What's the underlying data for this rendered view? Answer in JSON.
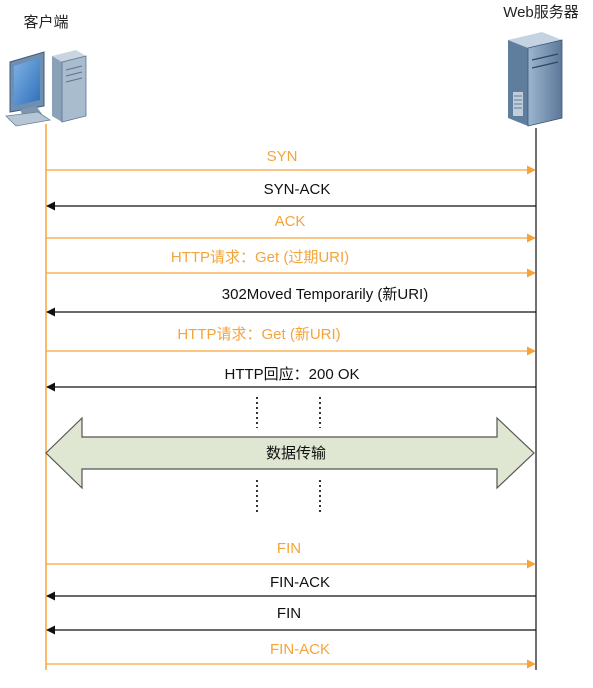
{
  "client": {
    "label": "客户端"
  },
  "server": {
    "label": "Web服务器"
  },
  "colors": {
    "orange": "#f5a43a",
    "black": "#111111",
    "band_fill": "#dfe6d2",
    "band_stroke": "#555555"
  },
  "messages_top": [
    {
      "label": "SYN",
      "direction": "to-server",
      "color": "orange"
    },
    {
      "label": "SYN-ACK",
      "direction": "to-client",
      "color": "black"
    },
    {
      "label": "ACK",
      "direction": "to-server",
      "color": "orange"
    },
    {
      "label": "HTTP请求：Get (过期URI)",
      "direction": "to-server",
      "color": "orange"
    },
    {
      "label": "302Moved Temporarily (新URI)",
      "direction": "to-client",
      "color": "black"
    },
    {
      "label": "HTTP请求：Get (新URI)",
      "direction": "to-server",
      "color": "orange"
    },
    {
      "label": "HTTP回应：200 OK",
      "direction": "to-client",
      "color": "black"
    }
  ],
  "transfer": {
    "label": "数据传输"
  },
  "messages_bottom": [
    {
      "label": "FIN",
      "direction": "to-server",
      "color": "orange"
    },
    {
      "label": "FIN-ACK",
      "direction": "to-client",
      "color": "black"
    },
    {
      "label": "FIN",
      "direction": "to-client",
      "color": "black"
    },
    {
      "label": "FIN-ACK",
      "direction": "to-server",
      "color": "orange"
    }
  ]
}
